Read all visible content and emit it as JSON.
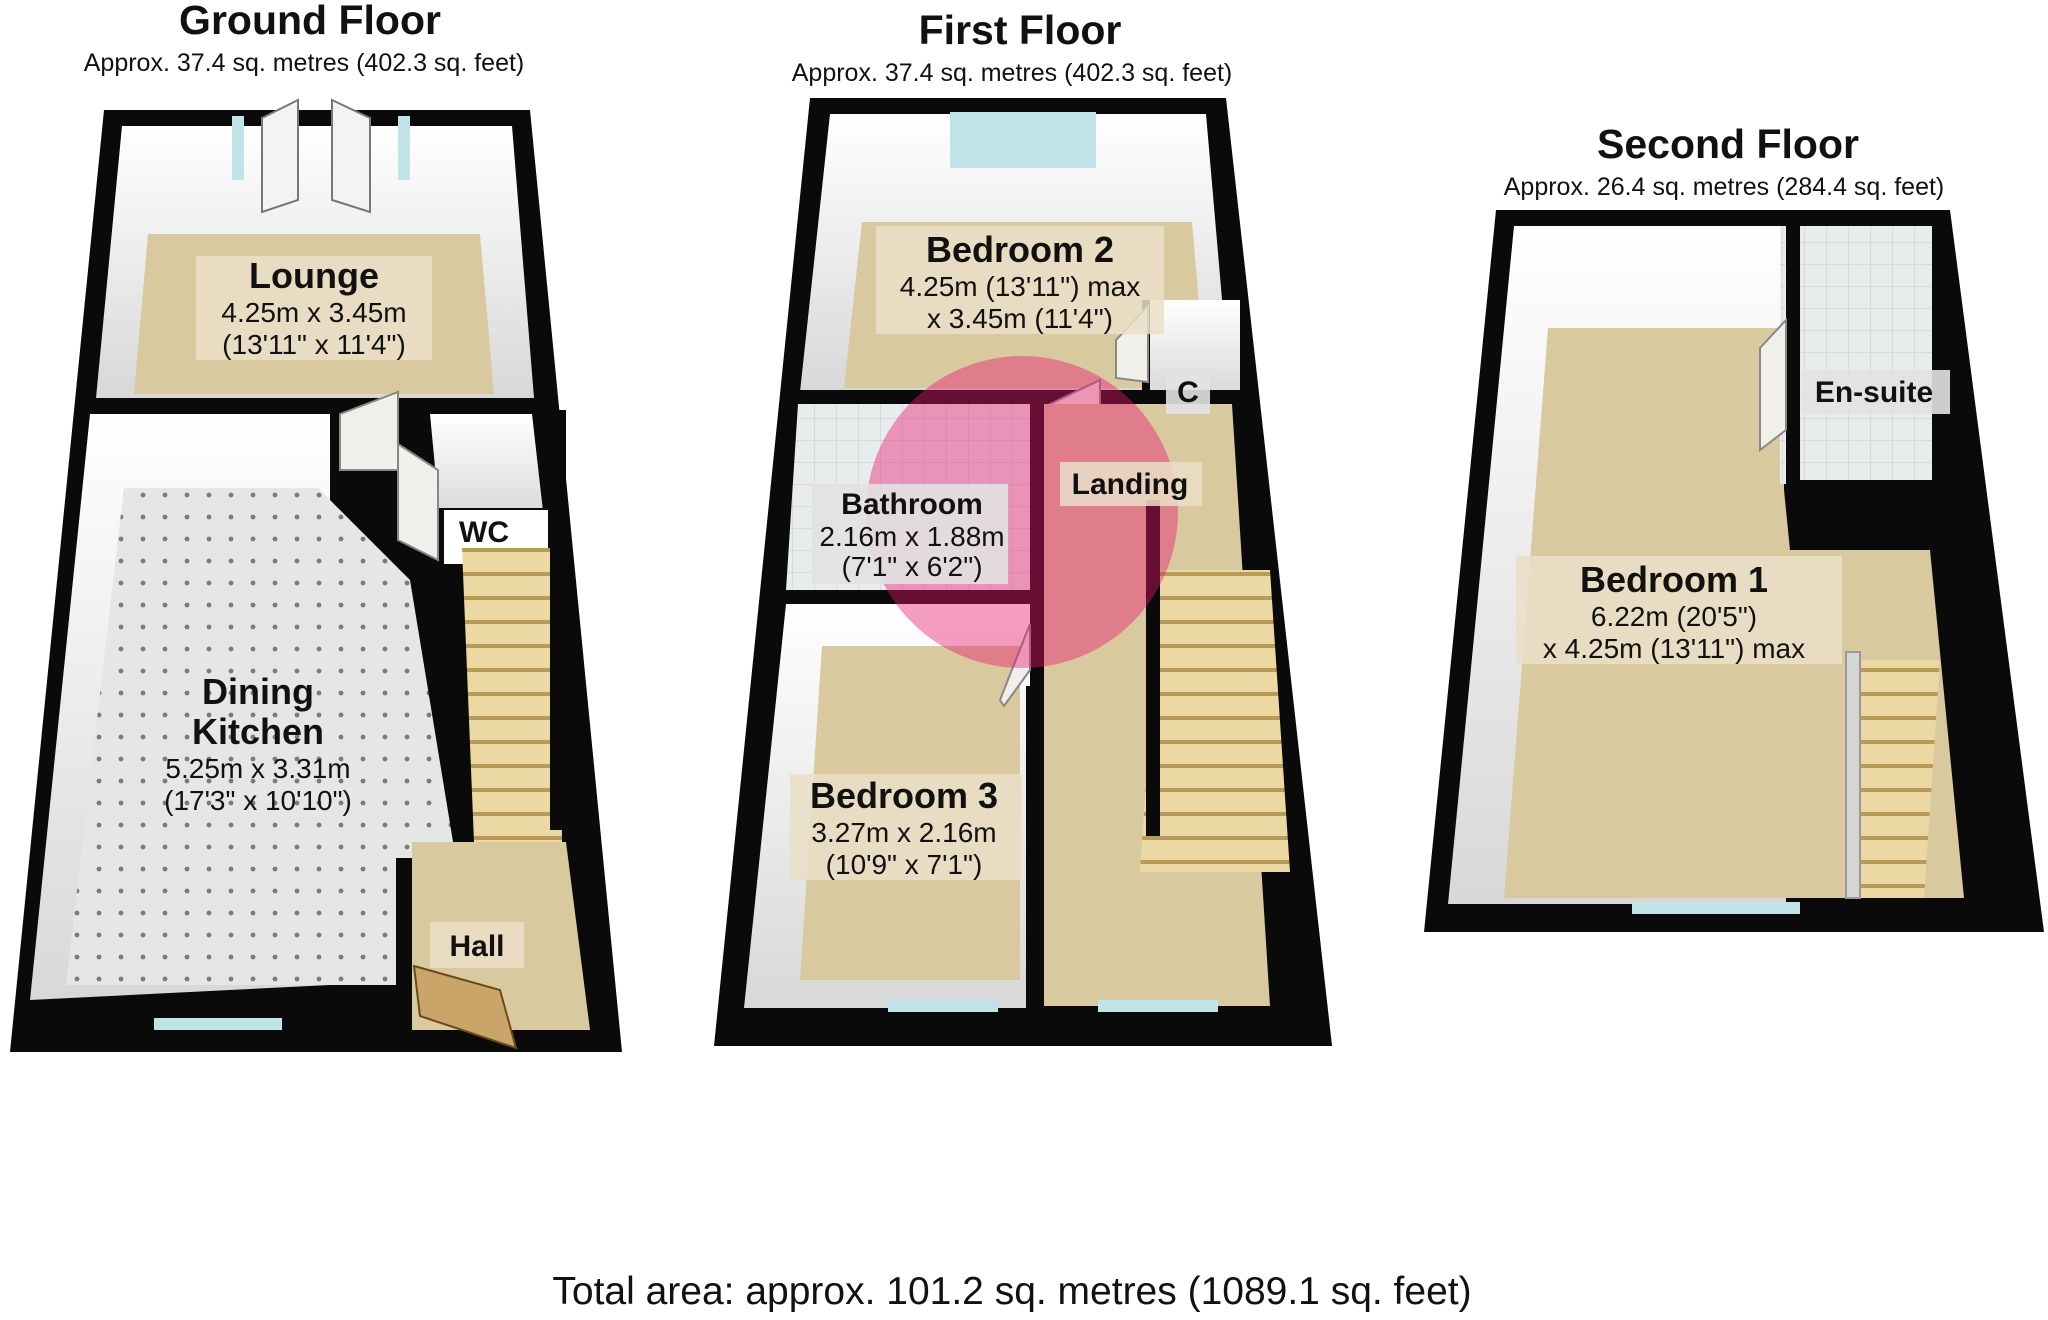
{
  "floors": {
    "ground": {
      "title": "Ground Floor",
      "area": "Approx. 37.4 sq. metres (402.3 sq. feet)",
      "rooms": {
        "lounge": {
          "name": "Lounge",
          "dim1": "4.25m x 3.45m",
          "dim2": "(13'11\" x 11'4\")"
        },
        "dining": {
          "name1": "Dining",
          "name2": "Kitchen",
          "dim1": "5.25m x 3.31m",
          "dim2": "(17'3\" x 10'10\")"
        },
        "wc": {
          "name": "WC"
        },
        "hall": {
          "name": "Hall"
        }
      }
    },
    "first": {
      "title": "First Floor",
      "area": "Approx. 37.4 sq. metres (402.3 sq. feet)",
      "rooms": {
        "bedroom2": {
          "name": "Bedroom 2",
          "dim1": "4.25m (13'11\") max",
          "dim2": "x 3.45m (11'4\")"
        },
        "cupboard": {
          "name": "C"
        },
        "bathroom": {
          "name": "Bathroom",
          "dim1": "2.16m x 1.88m",
          "dim2": "(7'1\" x 6'2\")"
        },
        "landing": {
          "name": "Landing"
        },
        "bedroom3": {
          "name": "Bedroom 3",
          "dim1": "3.27m x 2.16m",
          "dim2": "(10'9\" x 7'1\")"
        }
      }
    },
    "second": {
      "title": "Second Floor",
      "area": "Approx. 26.4 sq. metres (284.4 sq. feet)",
      "rooms": {
        "ensuite": {
          "name": "En-suite"
        },
        "bedroom1": {
          "name": "Bedroom 1",
          "dim1": "6.22m (20'5\")",
          "dim2": "x 4.25m (13'11\") max"
        }
      }
    }
  },
  "total_area": "Total area: approx. 101.2 sq. metres (1089.1 sq. feet)",
  "colors": {
    "wall": "#0a0a0a",
    "carpet": "#d9c99f",
    "tile": "#e4e4e4",
    "stair": "#e8d39a",
    "watermark": "#e8186e"
  }
}
